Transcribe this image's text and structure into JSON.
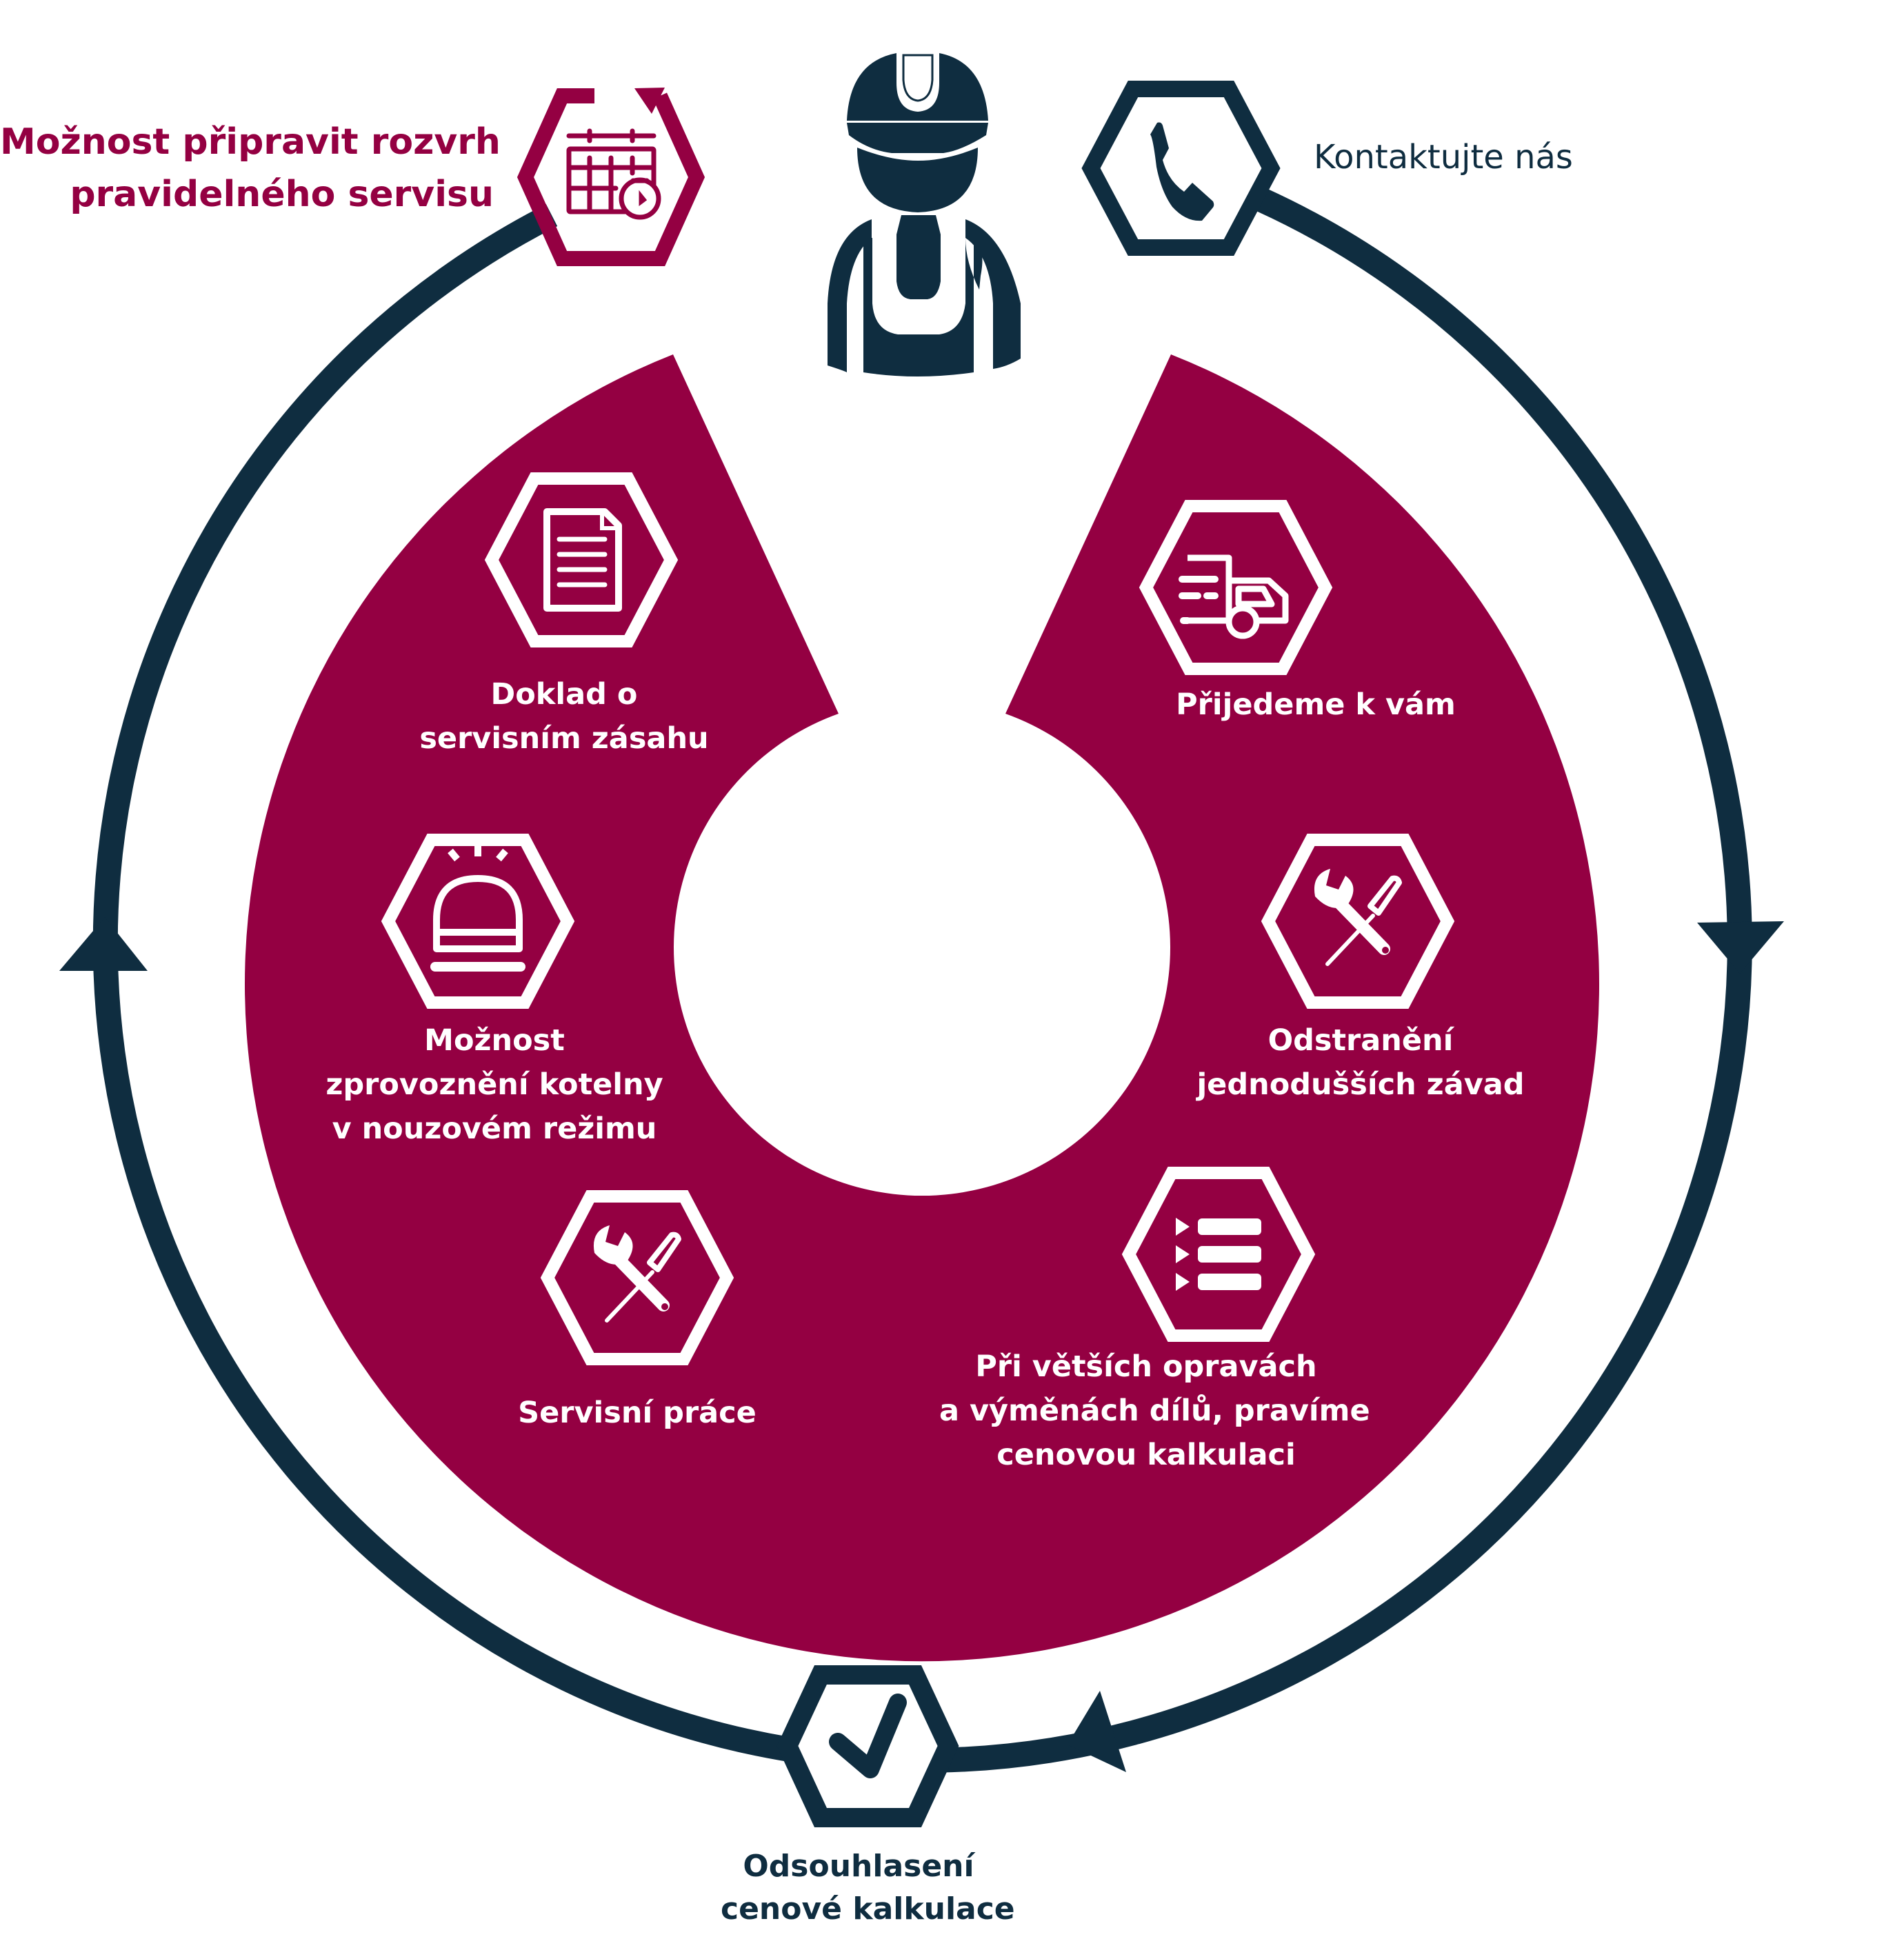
{
  "colors": {
    "navy": "#0f2d40",
    "magenta": "#940042",
    "white": "#ffffff"
  },
  "outer_steps": {
    "schedule": {
      "lines": [
        "Možnost připravit rozvrh",
        "pravidelného servisu"
      ],
      "icon": "calendar-stopwatch-icon"
    },
    "contact": {
      "label": "Kontaktujte nás",
      "icon": "phone-icon"
    },
    "approval": {
      "lines": [
        "Odsouhlasení",
        "cenové kalkulace"
      ],
      "icon": "checkmark-icon"
    },
    "center_figure": "worker-icon"
  },
  "inner_steps": [
    {
      "id": "arrive",
      "lines": [
        "Přijedeme k vám"
      ],
      "icon": "truck-icon"
    },
    {
      "id": "simple-fixes",
      "lines": [
        "Odstranění",
        "jednodušších závad"
      ],
      "icon": "wrench-screwdriver-icon"
    },
    {
      "id": "quote",
      "lines": [
        "Při větších opravách",
        "a výměnách dílů, pravíme",
        "cenovou kalkulaci"
      ],
      "icon": "checklist-icon"
    },
    {
      "id": "service-work",
      "lines": [
        "Servisní práce"
      ],
      "icon": "wrench-screwdriver-icon"
    },
    {
      "id": "emergency",
      "lines": [
        "Možnost",
        "zprovoznění kotelny",
        "v nouzovém režimu"
      ],
      "icon": "alarm-beacon-icon"
    },
    {
      "id": "report",
      "lines": [
        "Doklad o",
        "servisním zásahu"
      ],
      "icon": "document-icon"
    }
  ]
}
